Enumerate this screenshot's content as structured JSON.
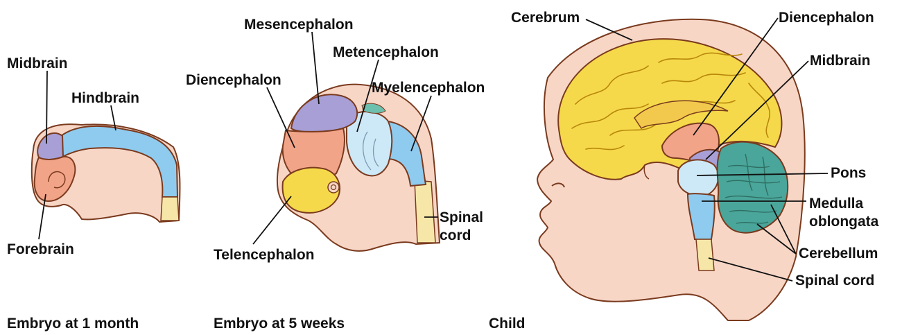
{
  "panels": [
    {
      "caption": "Embryo at 1 month",
      "labels": {
        "midbrain": "Midbrain",
        "hindbrain": "Hindbrain",
        "forebrain": "Forebrain"
      }
    },
    {
      "caption": "Embryo at 5 weeks",
      "labels": {
        "mesencephalon": "Mesencephalon",
        "metencephalon": "Metencephalon",
        "diencephalon": "Diencephalon",
        "myelencephalon": "Myelencephalon",
        "spinal_cord_line1": "Spinal",
        "spinal_cord_line2": "cord",
        "telencephalon": "Telencephalon"
      }
    },
    {
      "caption": "Child",
      "labels": {
        "cerebrum": "Cerebrum",
        "diencephalon": "Diencephalon",
        "midbrain": "Midbrain",
        "pons": "Pons",
        "medulla_line1": "Medulla",
        "medulla_line2": "oblongata",
        "cerebellum": "Cerebellum",
        "spinal_cord": "Spinal cord"
      }
    }
  ],
  "colors": {
    "forebrain": "#f2a489",
    "midbrain": "#a79fd6",
    "hindbrain": "#8fcbef",
    "metencephalon": "#cde8f6",
    "telencephalon": "#f5d94a",
    "cerebellum": "#4aa59a",
    "spinal_cord": "#f6e7a8",
    "skin": "#f7d6c6",
    "outline": "#7a3a1e"
  }
}
